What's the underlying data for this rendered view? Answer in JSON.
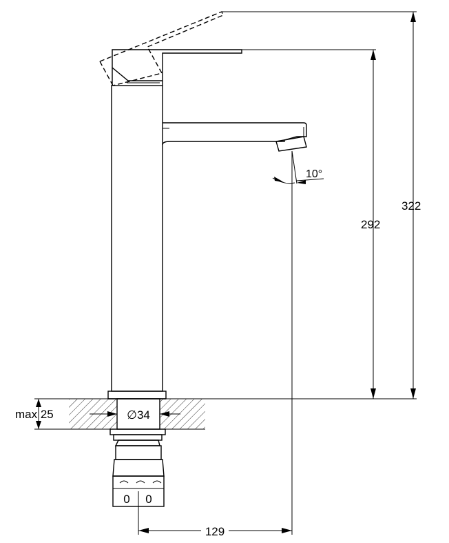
{
  "dimensions": {
    "total_height": "322",
    "spout_height": "292",
    "projection": "129",
    "hole_diameter": "∅34",
    "angle": "10°",
    "counter_thickness": "max 25"
  },
  "hose_markings": [
    "0",
    "0"
  ]
}
